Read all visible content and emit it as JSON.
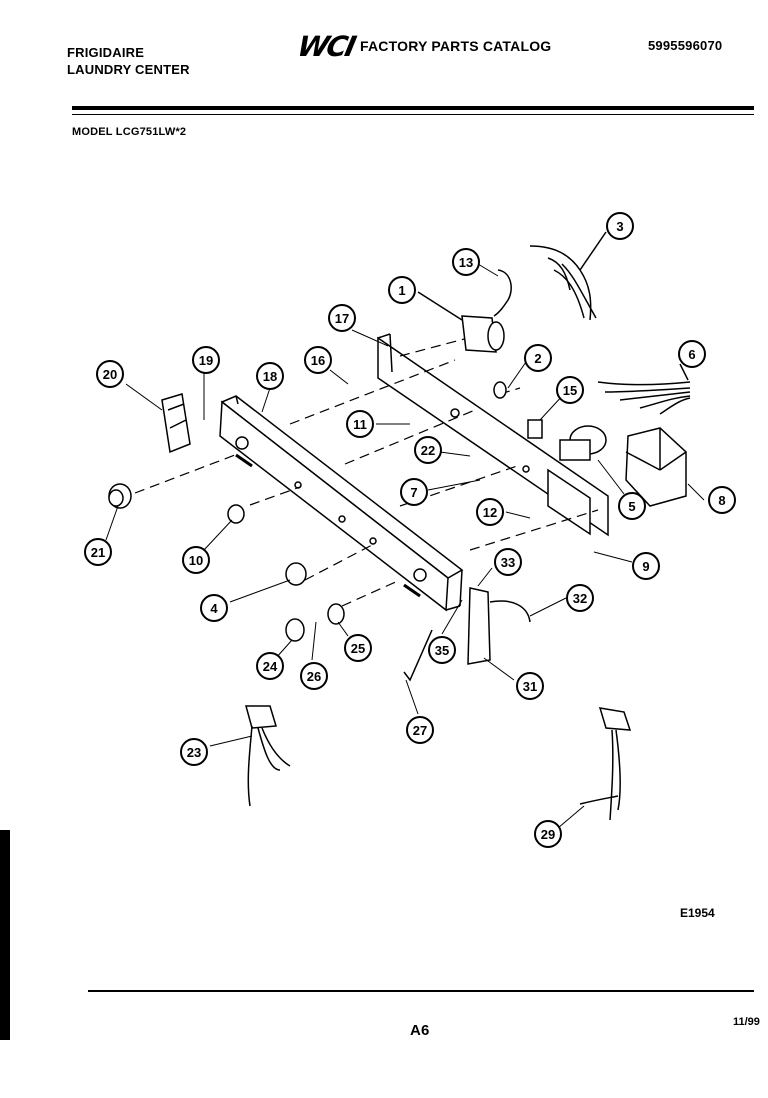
{
  "header": {
    "brand": "FRIGIDAIRE",
    "product": "LAUNDRY CENTER",
    "logo": "WCI",
    "catalog_title": "FACTORY PARTS CATALOG",
    "catalog_number": "5995596070",
    "model": "MODEL LCG751LW*2"
  },
  "diagram": {
    "code": "E1954",
    "callouts": [
      "1",
      "2",
      "3",
      "4",
      "5",
      "6",
      "7",
      "8",
      "9",
      "10",
      "11",
      "12",
      "13",
      "15",
      "16",
      "17",
      "18",
      "19",
      "20",
      "21",
      "22",
      "23",
      "24",
      "25",
      "26",
      "27",
      "29",
      "31",
      "32",
      "33",
      "35"
    ]
  },
  "footer": {
    "page": "A6",
    "date": "11/99"
  }
}
